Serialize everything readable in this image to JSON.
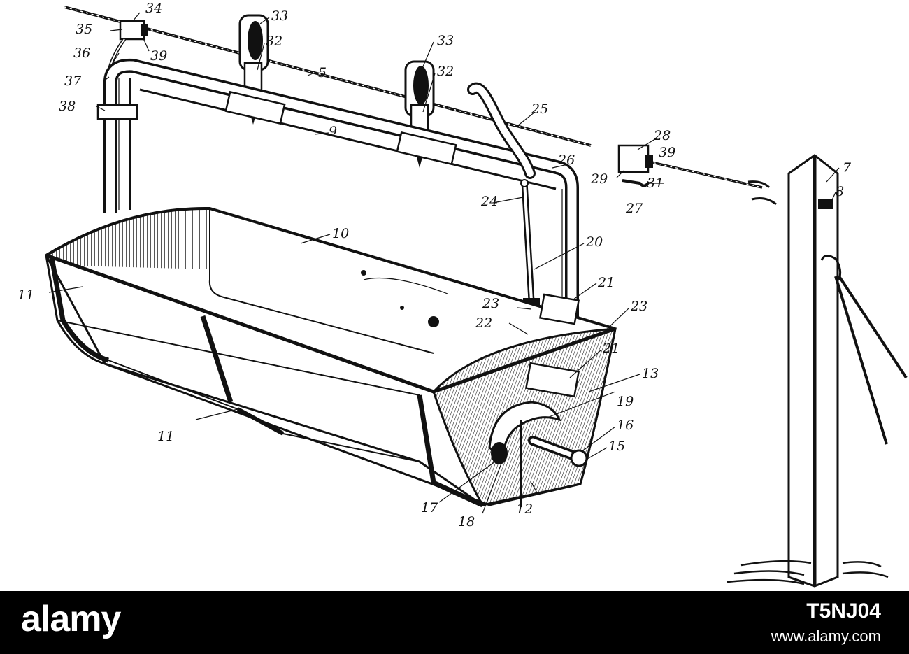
{
  "diagram": {
    "labels": [
      "34",
      "35",
      "39",
      "33",
      "32",
      "33",
      "32",
      "5",
      "36",
      "37",
      "38",
      "25",
      "9",
      "28",
      "39",
      "26",
      "29",
      "31",
      "27",
      "7",
      "8",
      "24",
      "10",
      "20",
      "11",
      "21",
      "23",
      "22",
      "23",
      "21",
      "13",
      "19",
      "11",
      "16",
      "15",
      "17",
      "18",
      "12"
    ]
  },
  "footer": {
    "logo": "alamy",
    "image_id": "T5NJ04",
    "url": "www.alamy.com"
  },
  "colors": {
    "ink": "#111111",
    "paper": "#ffffff",
    "footer_bg": "#000000",
    "footer_text": "#ffffff"
  }
}
